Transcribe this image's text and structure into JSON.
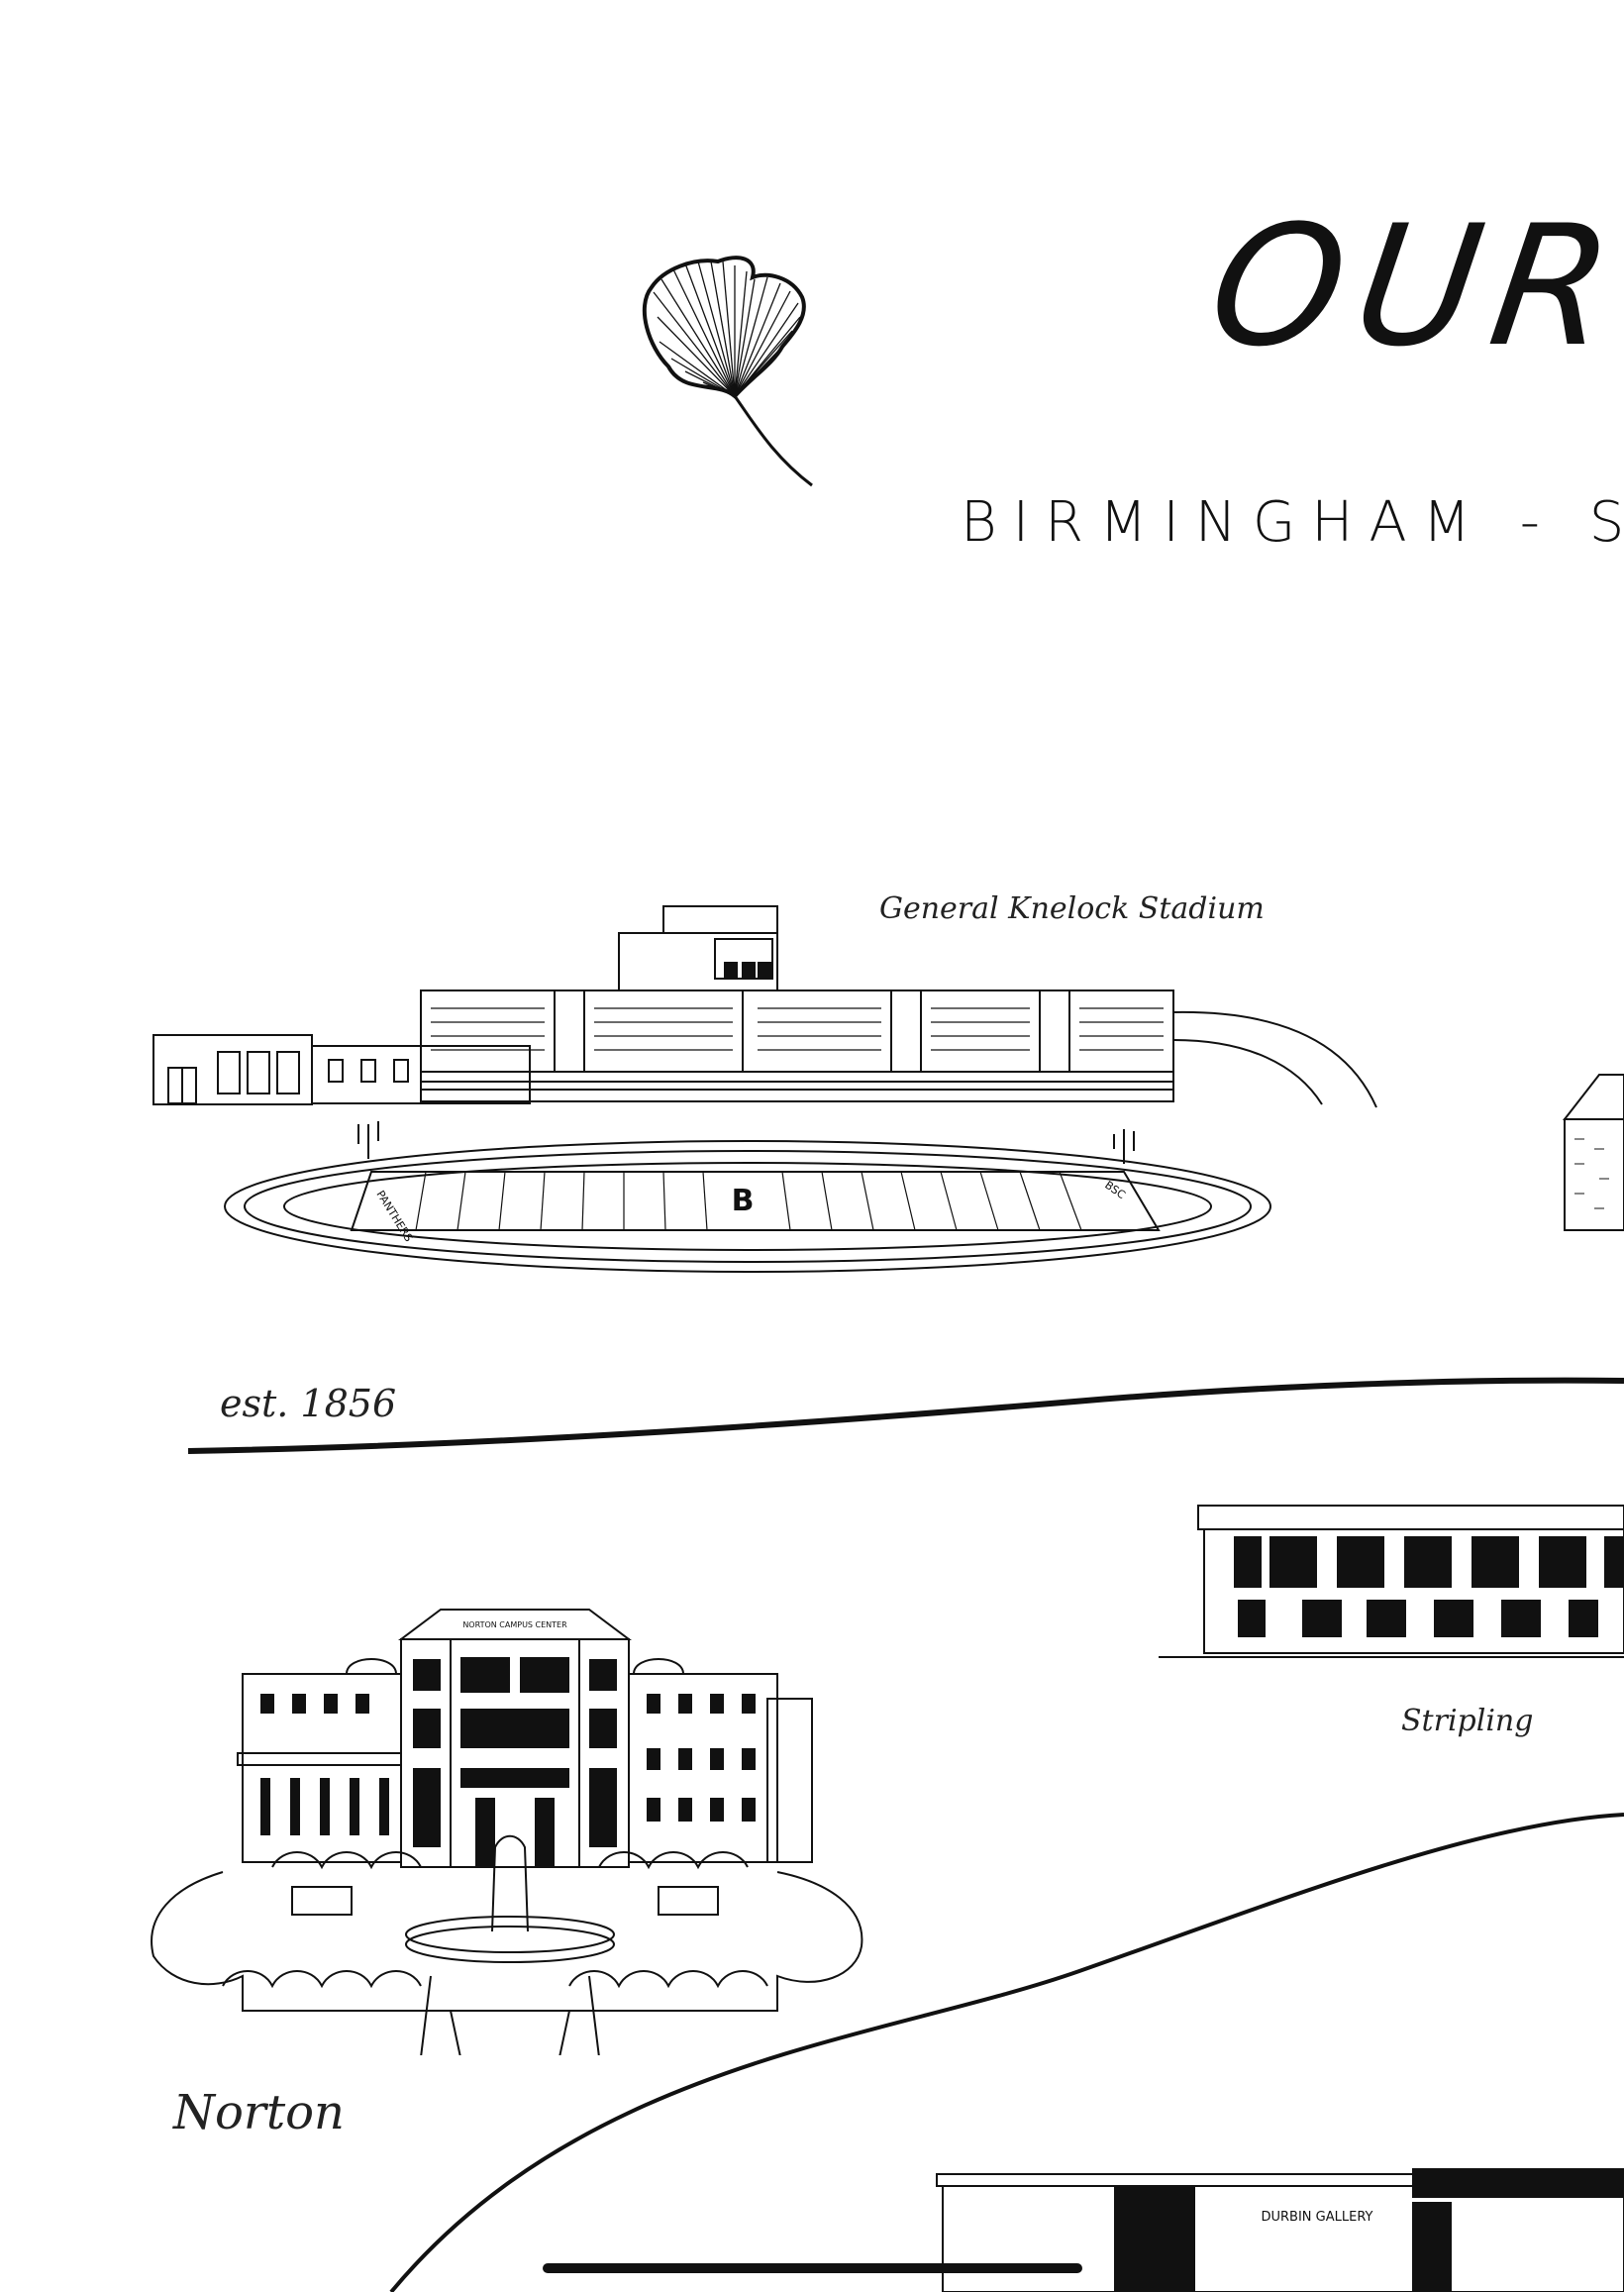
{
  "poster": {
    "title": "OUR",
    "subtitle": "BIRMINGHAM - SC"
  },
  "labels": {
    "stadium": "General Knelock Stadium",
    "est": "est. 1856",
    "strip": "Stripling",
    "norton": "Norton"
  },
  "signs": {
    "norton_building": "NORTON CAMPUS CENTER",
    "durbin": "DURBIN GALLERY",
    "field_left": "PANTHERS",
    "field_right": "BSC",
    "field_center": "B"
  },
  "icons": {
    "leaf": "ginkgo-leaf-icon"
  },
  "colors": {
    "ink": "#111111",
    "paper": "#ffffff"
  }
}
